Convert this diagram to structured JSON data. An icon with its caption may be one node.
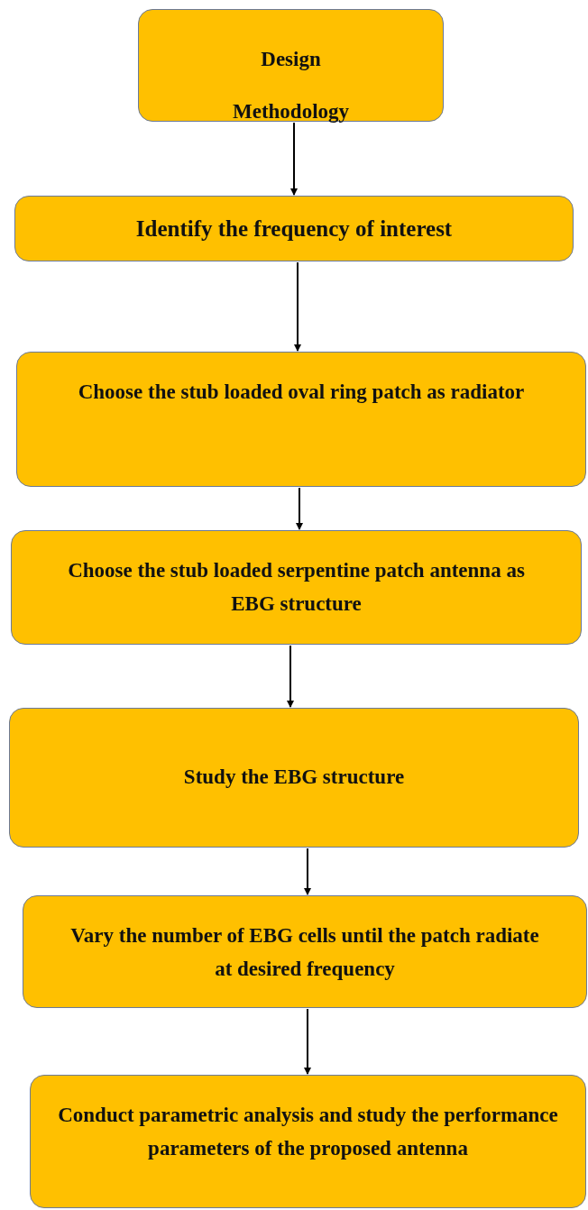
{
  "diagram": {
    "nodes": [
      {
        "text": [
          "Design Methodology"
        ]
      },
      {
        "text": [
          "Identify the frequency of interest"
        ]
      },
      {
        "text": [
          "Choose the stub loaded oval ring patch as radiator"
        ]
      },
      {
        "text": [
          "Choose the stub loaded serpentine patch antenna as EBG structure"
        ]
      },
      {
        "text": [
          "Study the EBG structure"
        ]
      },
      {
        "text": [
          "Vary the number of EBG cells until the patch radiate at desired frequency"
        ]
      },
      {
        "text": [
          "Conduct parametric analysis and study the performance parameters of the proposed antenna"
        ]
      }
    ],
    "edges": [
      {
        "from": 0,
        "to": 1,
        "arrow": "to"
      },
      {
        "from": 1,
        "to": 2,
        "arrow": "to"
      },
      {
        "from": 2,
        "to": 3,
        "arrow": "to"
      },
      {
        "from": 3,
        "to": 4,
        "arrow": "to"
      },
      {
        "from": 4,
        "to": 5,
        "arrow": "to"
      },
      {
        "from": 5,
        "to": 6,
        "arrow": "to"
      }
    ]
  }
}
